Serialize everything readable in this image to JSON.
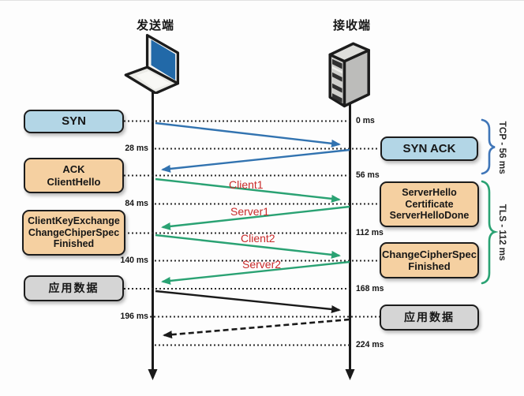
{
  "endpoints": {
    "sender": "发送端",
    "receiver": "接收端"
  },
  "left_boxes": {
    "syn": "SYN",
    "ack_clienthello": "ACK\nClientHello",
    "client_key_exchange": "ClientKeyExchange\nChangeChiperSpec\nFinished",
    "app_data": "应用数据"
  },
  "right_boxes": {
    "syn_ack": "SYN ACK",
    "server_hello": "ServerHello\nCertificate\nServerHelloDone",
    "change_cipher_spec": "ChangeCipherSpec\nFinished",
    "app_data": "应用数据"
  },
  "time_marks": {
    "left": [
      "28 ms",
      "84 ms",
      "140 ms",
      "196 ms"
    ],
    "right": [
      "0 ms",
      "56 ms",
      "112 ms",
      "168 ms",
      "224 ms"
    ]
  },
  "messages": [
    "Client1",
    "Server1",
    "Client2",
    "Server2"
  ],
  "braces": {
    "tcp": "TCP - 56 ms",
    "tls": "TLS - 112 ms"
  },
  "colors": {
    "blue_box": "#b3d6e6",
    "tan_box": "#f5d0a1",
    "gray_box": "#d5d5d5",
    "blue_arrow": "#3273b0",
    "green_arrow": "#2aa273",
    "black_arrow": "#1a1a1a",
    "red_label": "#c92a2a",
    "tcp_brace": "#4076b8",
    "tls_brace": "#2aa273"
  }
}
